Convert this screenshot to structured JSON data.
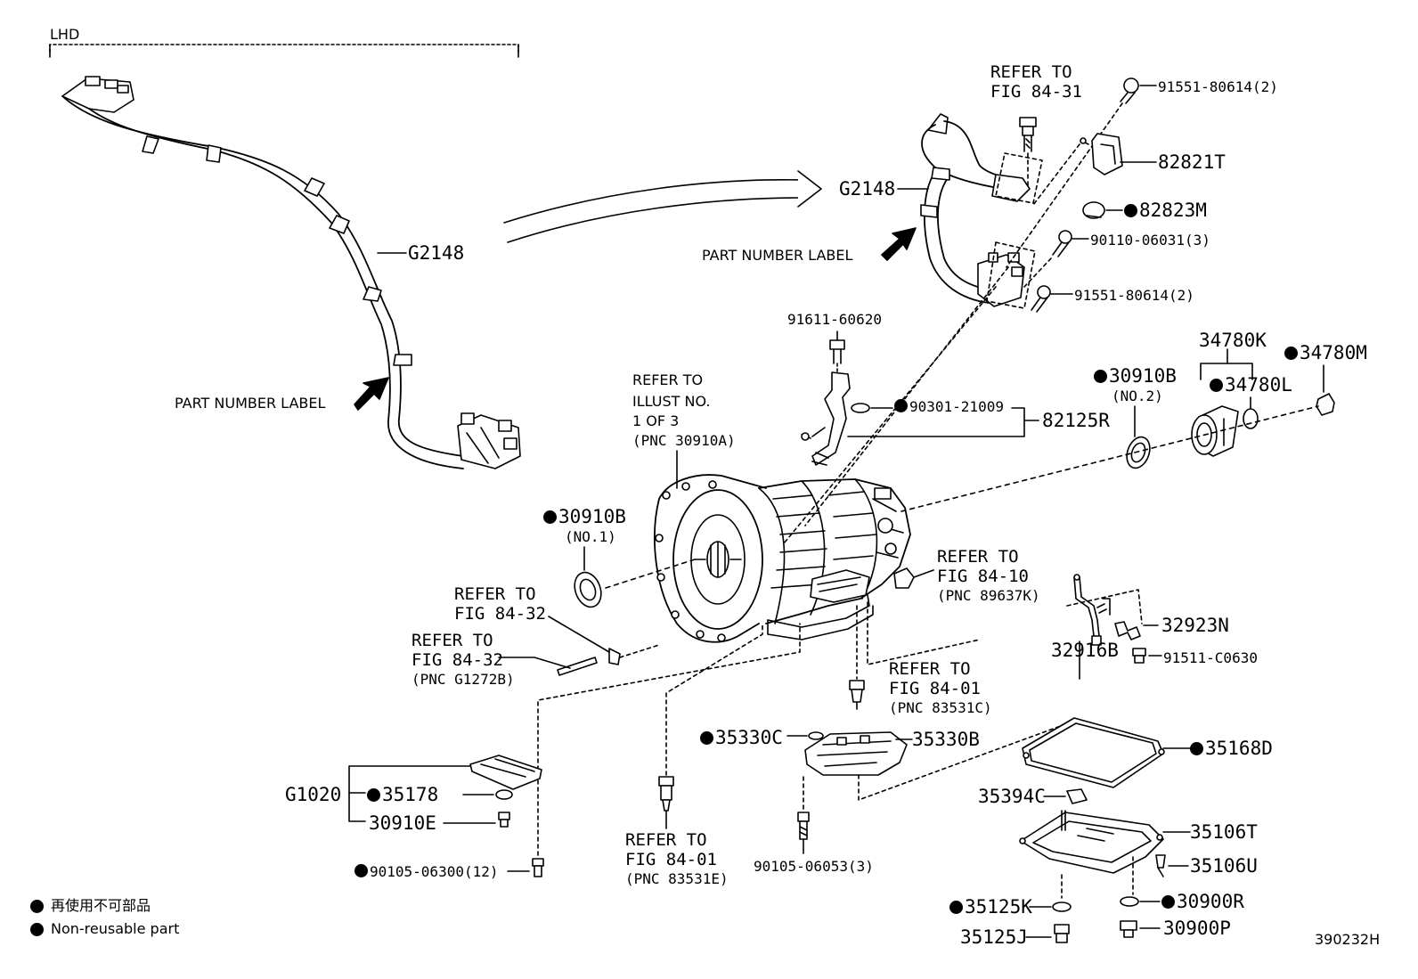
{
  "header": {
    "lhd_label": "LHD",
    "figure_number": "390232H"
  },
  "callouts": {
    "refer_84_31_l1": "REFER TO",
    "refer_84_31_l2": "FIG 84-31",
    "bolt_91551_top": "91551-80614(2)",
    "bracket_82821T": "82821T",
    "cap_82823M": "82823M",
    "screw_90110": "90110-06031(3)",
    "bolt_91551_low": "91551-80614(2)",
    "harness_right": "G2148",
    "harness_left": "G2148",
    "pn_label_right": "PART NUMBER LABEL",
    "pn_label_left": "PART NUMBER LABEL",
    "bolt_91611": "91611-60620",
    "oring_90301": "90301-21009",
    "sensor_82125R": "82125R",
    "seal_30910B_2": "30910B",
    "seal_30910B_2_note": "(NO.2)",
    "flange_34780K": "34780K",
    "nut_34780M": "34780M",
    "oring_34780L": "34780L",
    "illust_l1": "REFER TO",
    "illust_l2": "ILLUST NO.",
    "illust_l3": "1 OF 3",
    "illust_l4": "(PNC 30910A)",
    "seal_30910B_1": "30910B",
    "seal_30910B_1_note": "(NO.1)",
    "refer_84_10_l1": "REFER TO",
    "refer_84_10_l2": "FIG 84-10",
    "refer_84_10_l3": "(PNC 89637K)",
    "refer_84_32a_l1": "REFER TO",
    "refer_84_32a_l2": "FIG 84-32",
    "refer_84_32b_l1": "REFER TO",
    "refer_84_32b_l2": "FIG 84-32",
    "refer_84_32b_l3": "(PNC G1272B)",
    "clip_32923N": "32923N",
    "tube_32916B": "32916B",
    "bolt_91511": "91511-C0630",
    "refer_84_01a_l1": "REFER TO",
    "refer_84_01a_l2": "FIG 84-01",
    "refer_84_01a_l3": "(PNC 83531C)",
    "oring_35330C": "35330C",
    "valve_35330B": "35330B",
    "gasket_35168D": "35168D",
    "cover_G1020": "G1020",
    "gasket_35178": "35178",
    "bolt_30910E": "30910E",
    "magnet_35394C": "35394C",
    "pan_35106T": "35106T",
    "bolt_35106U": "35106U",
    "refer_84_01b_l1": "REFER TO",
    "refer_84_01b_l2": "FIG 84-01",
    "refer_84_01b_l3": "(PNC 83531E)",
    "bolt_90105_06053": "90105-06053(3)",
    "bolt_90105_06300": "90105-06300(12)",
    "gasket_35125K": "35125K",
    "gasket_30900R": "30900R",
    "plug_35125J": "35125J",
    "plug_30900P": "30900P"
  },
  "legend": {
    "line1": "再使用不可部品",
    "line2": "Non-reusable part"
  }
}
